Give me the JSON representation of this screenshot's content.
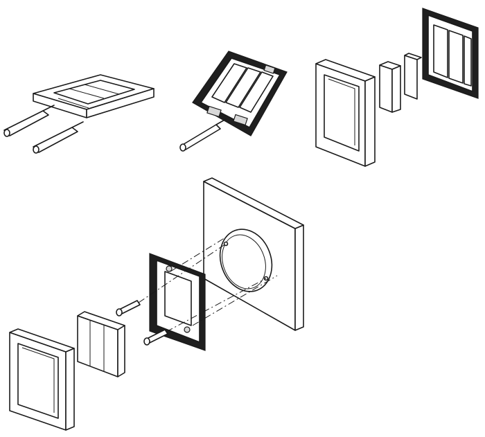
{
  "diagram": {
    "steps": [
      {
        "id": "remove-cover"
      },
      {
        "id": "release-insert"
      },
      {
        "id": "separate-parts"
      },
      {
        "id": "install-exploded"
      }
    ]
  }
}
